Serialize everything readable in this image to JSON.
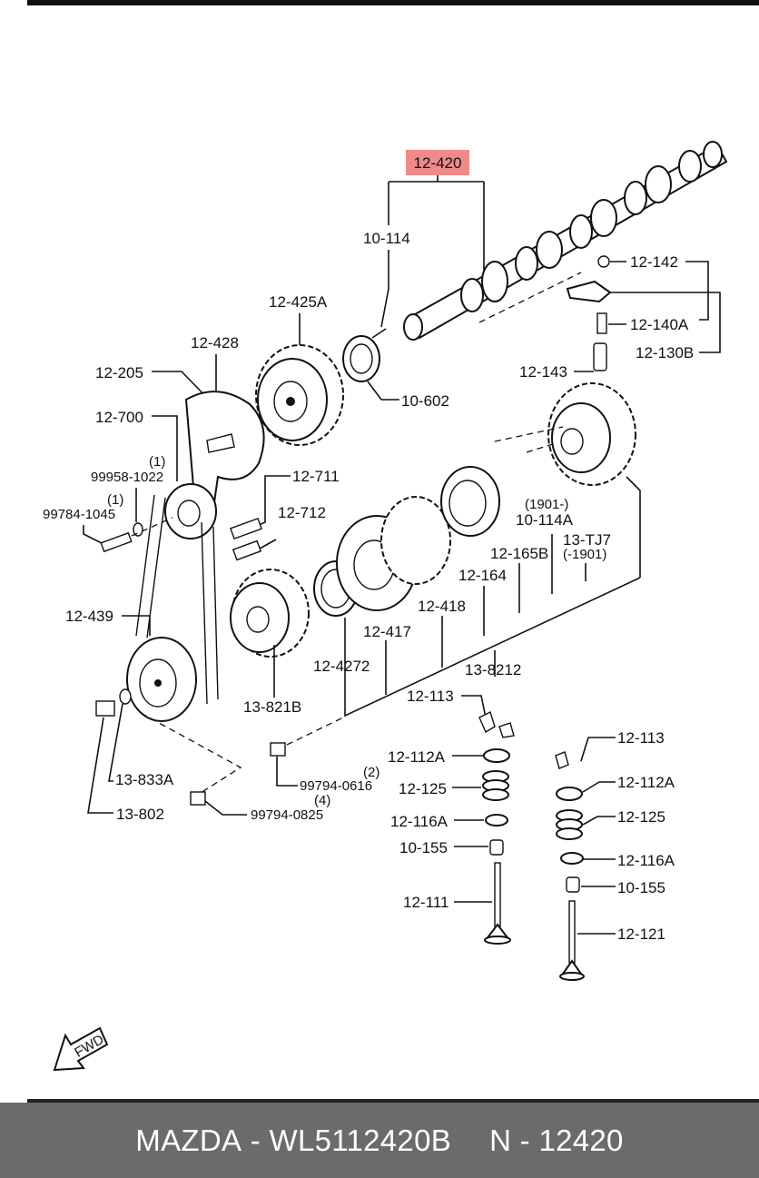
{
  "highlight_color": "#f08a8a",
  "footer": {
    "brand": "MAZDA",
    "sep1": " - ",
    "part_number": "WL5112420B",
    "ref_prefix": "N",
    "sep2": " - ",
    "ref_number": "12420"
  },
  "labels": {
    "highlighted": "12-420",
    "l_10_114": "10-114",
    "l_12_142": "12-142",
    "l_12_425A": "12-425A",
    "l_12_140A": "12-140A",
    "l_12_428": "12-428",
    "l_12_130B": "12-130B",
    "l_12_205": "12-205",
    "l_12_143": "12-143",
    "l_10_602": "10-602",
    "l_12_700": "12-700",
    "l_q1a": "(1)",
    "l_99958": "99958-1022",
    "l_12_711": "12-711",
    "l_q1b": "(1)",
    "l_99784": "99784-1045",
    "l_1901a": "(1901-)",
    "l_10_114A": "10-114A",
    "l_12_712": "12-712",
    "l_13_TJ7": "13-TJ7",
    "l_1901b": "(-1901)",
    "l_12_165B": "12-165B",
    "l_12_164": "12-164",
    "l_12_439": "12-439",
    "l_12_418": "12-418",
    "l_12_417": "12-417",
    "l_12_4272": "12-4272",
    "l_13_8212": "13-8212",
    "l_13_821B": "13-821B",
    "l_12_113a": "12-113",
    "l_12_113b": "12-113",
    "l_12_112Aa": "12-112A",
    "l_12_112Ab": "12-112A",
    "l_q2": "(2)",
    "l_99794_0616": "99794-0616",
    "l_13_833A": "13-833A",
    "l_12_125a": "12-125",
    "l_12_125b": "12-125",
    "l_q4": "(4)",
    "l_99794_0825": "99794-0825",
    "l_13_802": "13-802",
    "l_12_116Aa": "12-116A",
    "l_12_116Ab": "12-116A",
    "l_10_155a": "10-155",
    "l_10_155b": "10-155",
    "l_12_111": "12-111",
    "l_12_121": "12-121",
    "fwd": "FWD"
  }
}
